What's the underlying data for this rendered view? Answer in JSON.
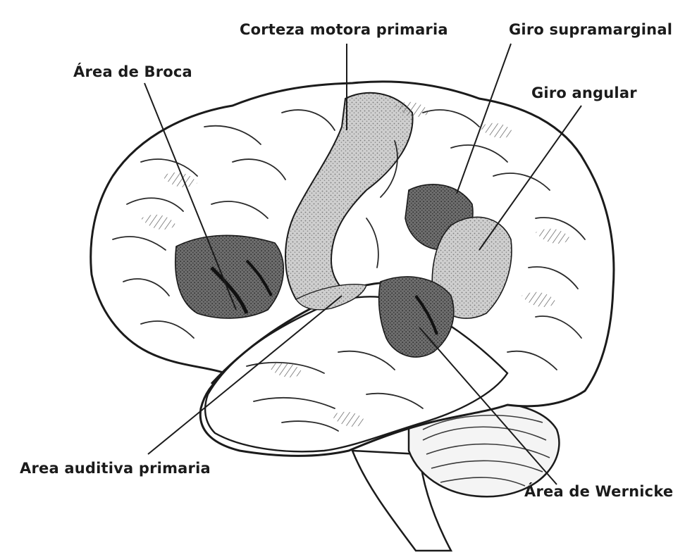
{
  "diagram": {
    "labels": {
      "motor_cortex": "Corteza motora primaria",
      "supramarginal": "Giro supramarginal",
      "broca": "Área de Broca",
      "angular": "Giro angular",
      "auditory": "Area auditiva primaria",
      "wernicke": "Área de Wernicke"
    },
    "colors": {
      "ink": "#1b1b1b",
      "shade_light": "#bdbdbd",
      "shade_mid": "#8c8c8c",
      "shade_dark": "#3a3a3a",
      "paper": "#ffffff"
    }
  }
}
